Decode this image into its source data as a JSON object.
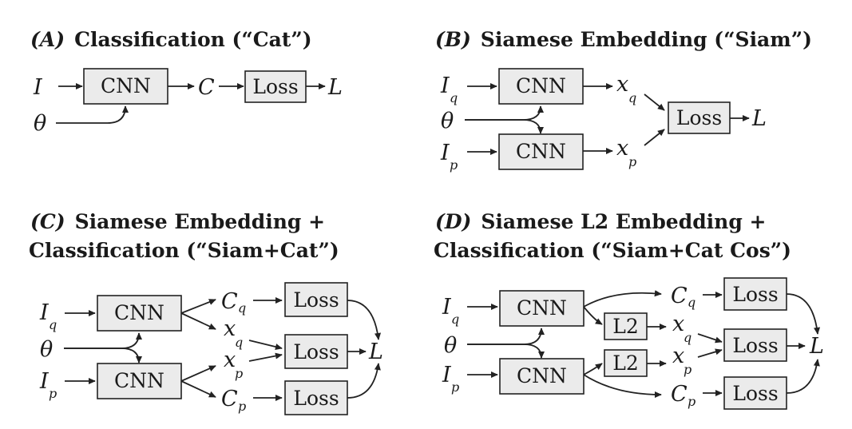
{
  "panels": {
    "a": {
      "letter": "(A)",
      "title": "Classification (“Cat”)"
    },
    "b": {
      "letter": "(B)",
      "title": "Siamese Embedding (“Siam”)"
    },
    "c": {
      "letter": "(C)",
      "title_line1": "Siamese Embedding +",
      "title_line2": "Classification (“Siam+Cat”)"
    },
    "d": {
      "letter": "(D)",
      "title_line1": "Siamese L2 Embedding +",
      "title_line2": "Classification (“Siam+Cat Cos”)"
    }
  },
  "labels": {
    "cnn": "CNN",
    "loss": "Loss",
    "l2": "L2",
    "input": "I",
    "theta": "θ",
    "class_out": "C",
    "embed": "x",
    "loss_out": "L",
    "sub_q": "q",
    "sub_p": "p"
  }
}
